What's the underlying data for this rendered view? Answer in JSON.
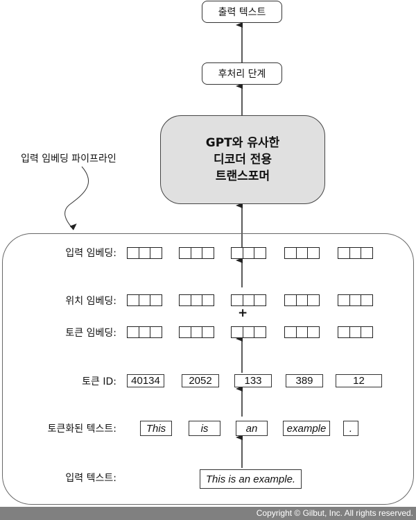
{
  "output_text": "출력 텍스트",
  "postprocess": "후처리 단계",
  "gpt": {
    "line1": "GPT와 유사한",
    "line2": "디코더 전용",
    "line3": "트랜스포머"
  },
  "pipeline_label": "입력 임베딩 파이프라인",
  "rows": {
    "input_embedding": "입력 임베딩:",
    "position_embedding": "위치 임베딩:",
    "plus": "+",
    "token_embedding": "토큰 임베딩:",
    "token_ids": "토큰 ID:",
    "tokenized_text": "토큰화된 텍스트:",
    "input_text": "입력 텍스트:"
  },
  "token_ids": [
    "40134",
    "2052",
    "133",
    "389",
    "12"
  ],
  "tokens": [
    "This",
    "is",
    "an",
    "example",
    "."
  ],
  "input_sentence": "This is an example.",
  "footer": "Copyright © Gilbut, Inc. All rights reserved."
}
